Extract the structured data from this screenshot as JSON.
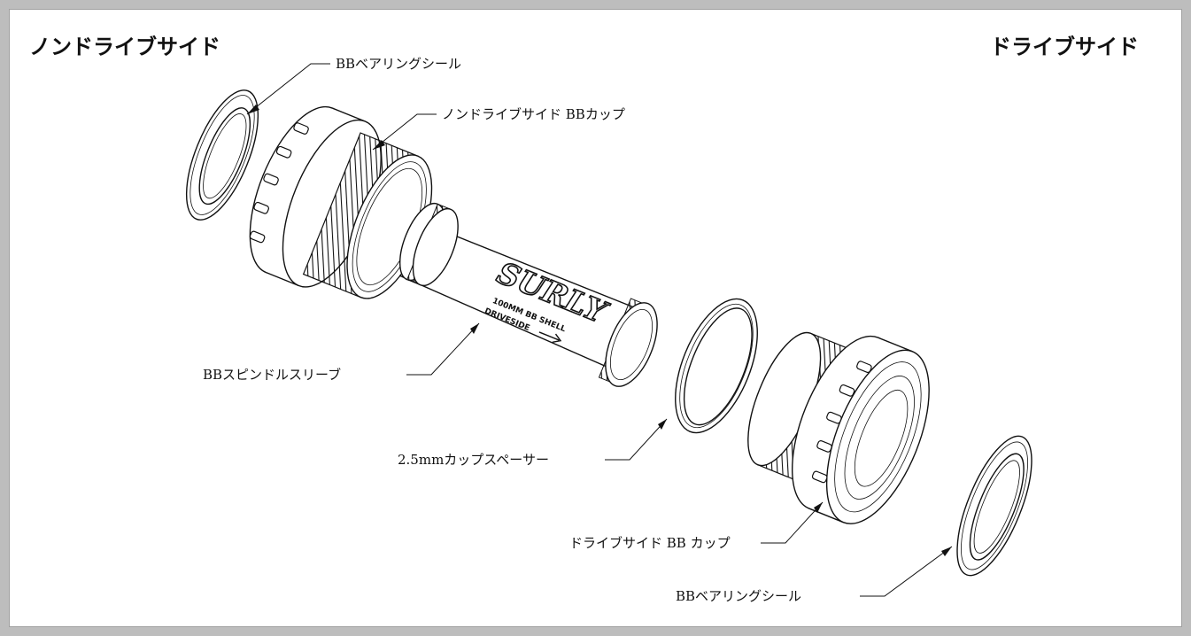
{
  "titles": {
    "non_drive_side": "ノンドライブサイド",
    "drive_side": "ドライブサイド"
  },
  "labels": {
    "bearing_seal_top": "BBベアリングシール",
    "non_drive_cup": "ノンドライブサイド BBカップ",
    "spindle_sleeve": "BBスピンドルスリーブ",
    "cup_spacer": "2.5mmカップスペーサー",
    "drive_cup": "ドライブサイド BB カップ",
    "bearing_seal_bottom": "BBベアリングシール"
  },
  "sleeve_print": {
    "brand": "SURLY",
    "line1": "100MM BB SHELL",
    "line2": "DRIVESIDE"
  }
}
